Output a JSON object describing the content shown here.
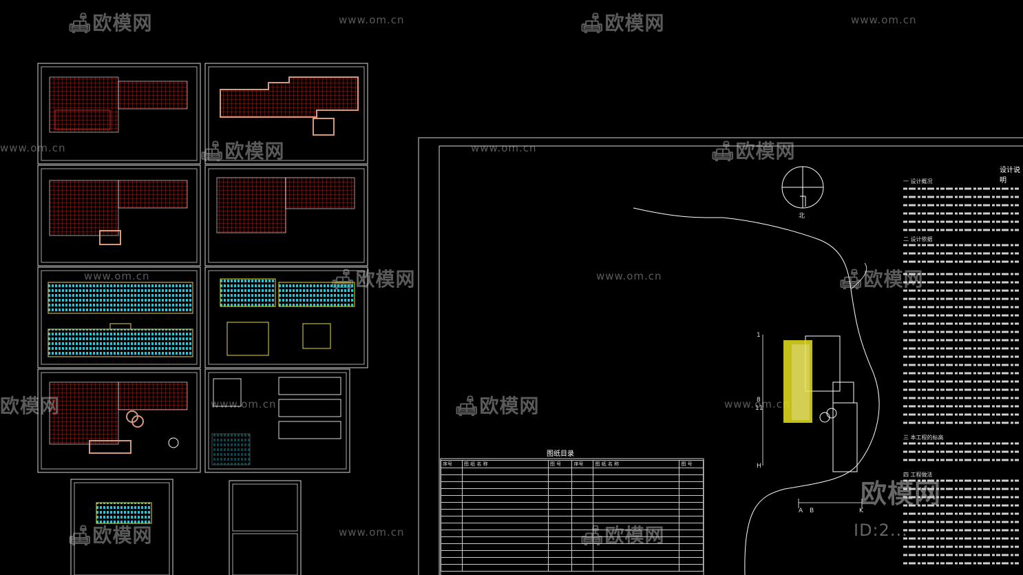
{
  "watermark": {
    "brand": "欧模网",
    "url": "www.om.cn",
    "id_label": "ID:2..."
  },
  "drawing": {
    "index_title": "图纸目录",
    "design_notes_title": "设计说明",
    "index_headers": [
      "序号",
      "图 纸 名 称",
      "图 号",
      "序号",
      "图 纸 名 称",
      "图 号"
    ],
    "north_label": "北",
    "axis_labels": [
      "1",
      "8",
      "11",
      "H",
      "A",
      "B",
      "K"
    ],
    "notes_section_1": "一 设计概况",
    "notes_section_2": "二 设计依据",
    "notes_section_3": "三 本工程的标高",
    "notes_section_4": "四 工程做法"
  },
  "colors": {
    "background": "#000000",
    "linework": "#d8d8d8",
    "red_grid": "#c0302a",
    "cyan": "#26c6da",
    "yellow": "#e8e020",
    "watermark": "#5a5a5a"
  }
}
